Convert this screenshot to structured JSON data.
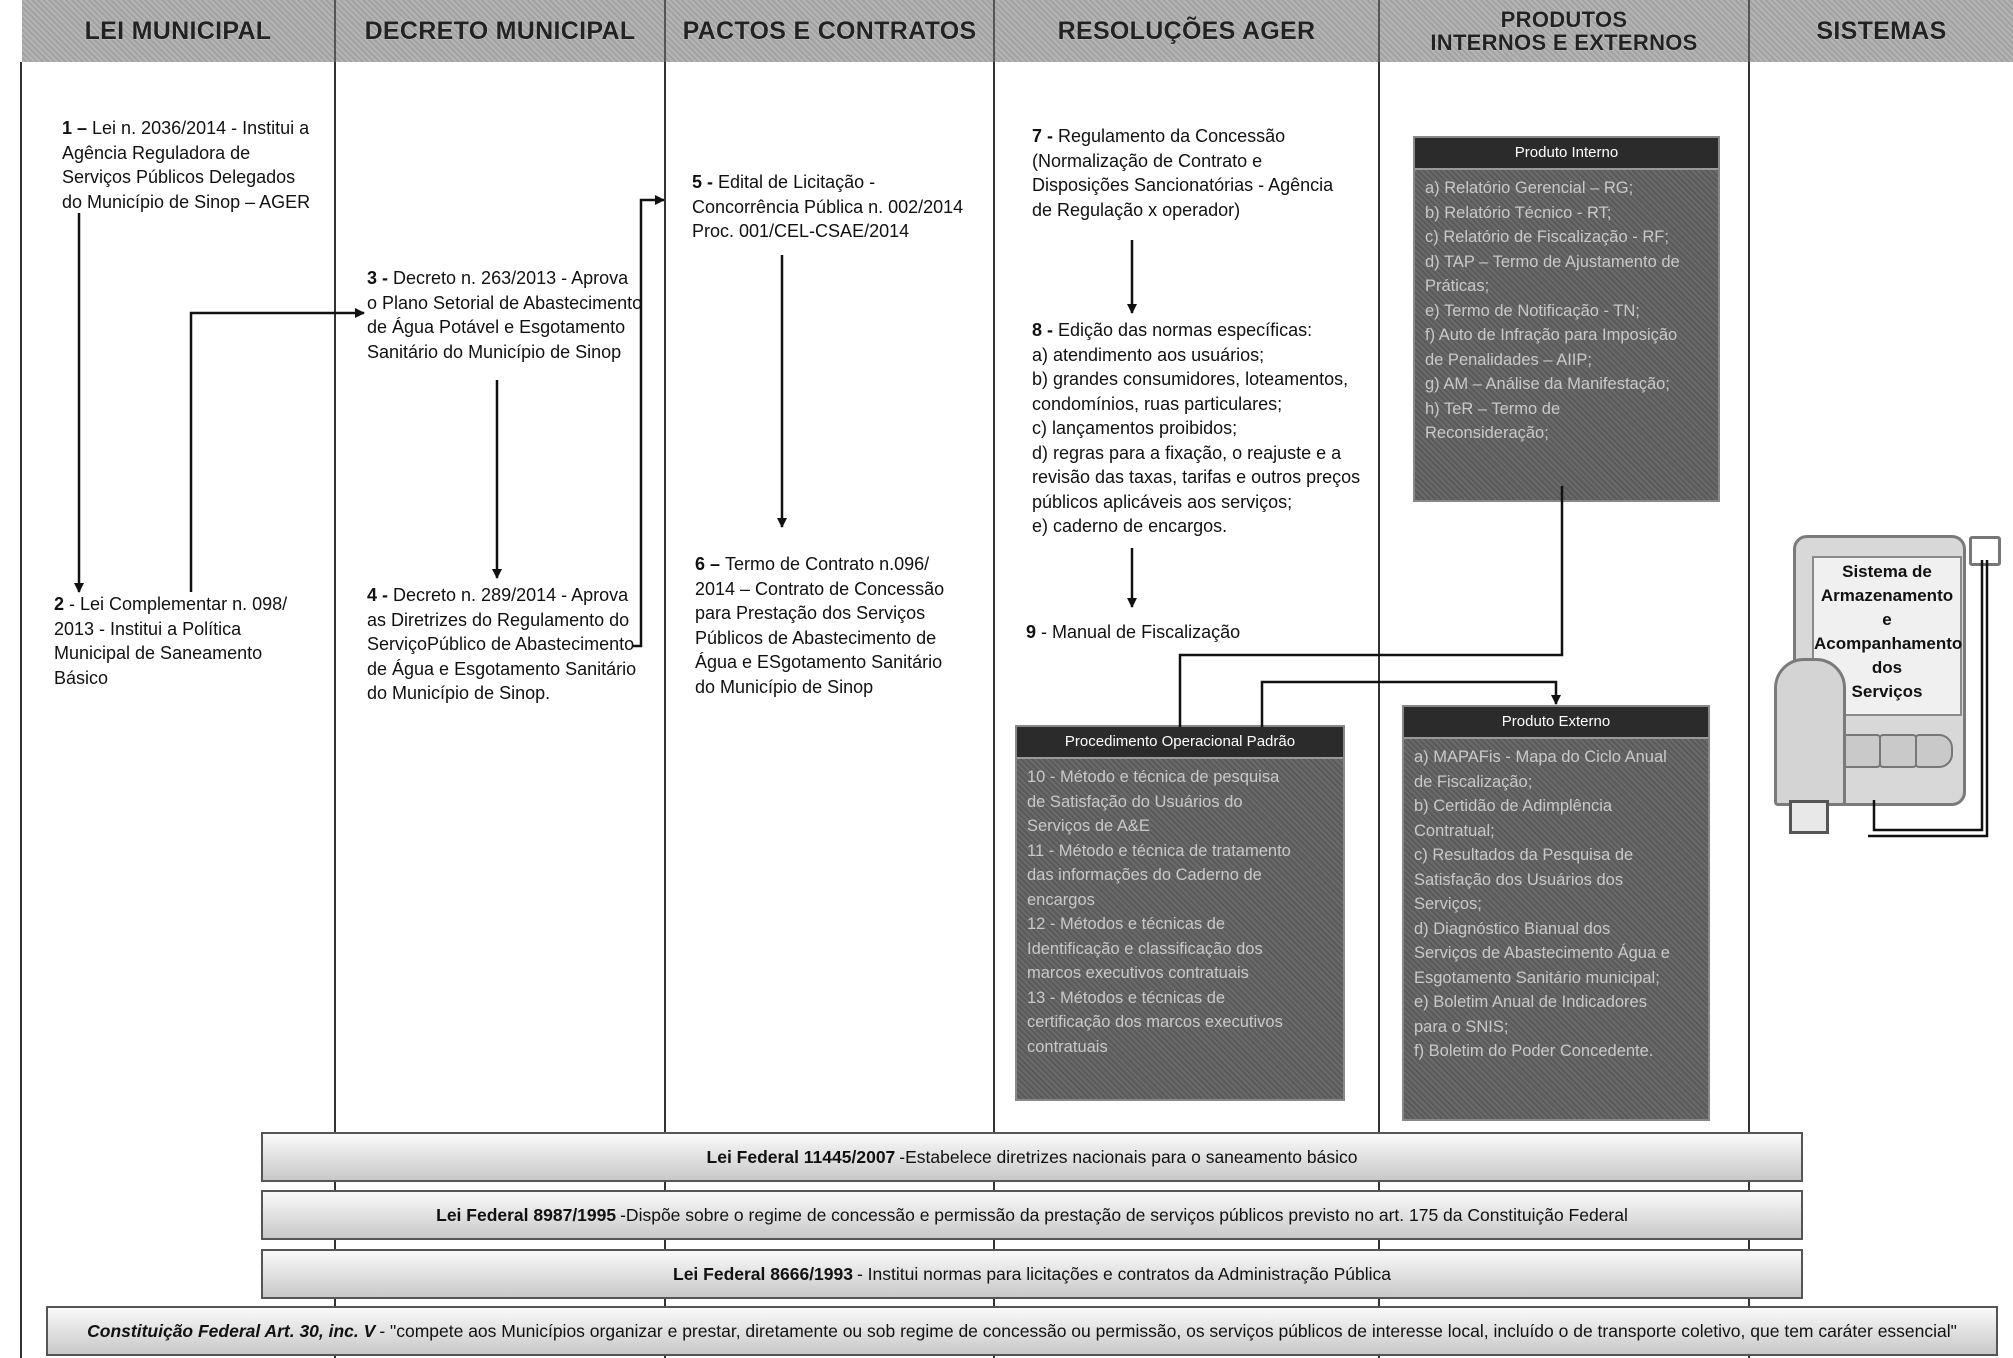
{
  "headers": [
    "LEI MUNICIPAL",
    "DECRETO MUNICIPAL",
    "PACTOS E CONTRATOS",
    "RESOLUÇÕES AGER",
    "PRODUTOS INTERNOS E EXTERNOS",
    "SISTEMAS"
  ],
  "produtos_header_line1": "PRODUTOS",
  "produtos_header_line2": "INTERNOS E EXTERNOS",
  "lei": {
    "item1_num": "1 – ",
    "item1_l1": "Lei n. 2036/2014 - Institui a",
    "item1_l2": "Agência Reguladora de",
    "item1_l3": "Serviços Públicos Delegados",
    "item1_l4": "do Município de Sinop – AGER",
    "item2_num": "2",
    "item2_l1": " - Lei Complementar n. 098/",
    "item2_l2": "2013 - Institui a Política",
    "item2_l3": "Municipal de Saneamento",
    "item2_l4": "Básico"
  },
  "decreto": {
    "item3_num": "3 - ",
    "item3_l1": "Decreto n. 263/2013 -  Aprova",
    "item3_l2": "o Plano Setorial de Abastecimento",
    "item3_l3": "de Água Potável e Esgotamento",
    "item3_l4": "Sanitário do Município de Sinop",
    "item4_num": "4 - ",
    "item4_l1": "Decreto n. 289/2014 -  Aprova",
    "item4_l2": "as Diretrizes do Regulamento do",
    "item4_l3": "ServiçoPúblico de Abastecimento",
    "item4_l4": "de Água e Esgotamento Sanitário",
    "item4_l5": "do Município de Sinop."
  },
  "pactos": {
    "item5_num": "5 - ",
    "item5_l1": " Edital de Licitação -",
    "item5_l2": "Concorrência Pública n. 002/2014",
    "item5_l3": "Proc. 001/CEL-CSAE/2014",
    "item6_num": "6 – ",
    "item6_l1": "Termo de Contrato n.096/",
    "item6_l2": "2014 – Contrato de Concessão",
    "item6_l3": "para Prestação dos Serviços",
    "item6_l4": "Públicos de  Abastecimento de",
    "item6_l5": "Água e ESgotamento Sanitário",
    "item6_l6": "do Município de Sinop"
  },
  "resolucoes": {
    "item7_num": "7 - ",
    "item7_l1": "Regulamento da Concessão",
    "item7_l2": "(Normalização de Contrato e",
    "item7_l3": "Disposições Sancionatórias - Agência",
    "item7_l4": "de Regulação x operador)",
    "item8_num": "8 - ",
    "item8_l1": "Edição das normas específicas:",
    "item8_l2": "a) atendimento aos usuários;",
    "item8_l3": "b) grandes consumidores, loteamentos,",
    "item8_l4": "condomínios, ruas particulares;",
    "item8_l5": "c) lançamentos proibidos;",
    "item8_l6": "d) regras para a fixação, o reajuste e a",
    "item8_l7": "revisão das taxas, tarifas e outros preços",
    "item8_l8": "públicos aplicáveis aos serviços;",
    "item8_l9": "e) caderno de encargos.",
    "item9_num": "9",
    "item9_l1": " - Manual de Fiscalização"
  },
  "pop_box": {
    "title": "Procedimento Operacional Padrão",
    "lines": [
      "10 - Método e técnica de pesquisa",
      "de Satisfação do Usuários do",
      "Serviços de A&E",
      "11 - Método e técnica de tratamento",
      "das informações do Caderno de",
      "encargos",
      "12 - Métodos e técnicas de",
      "Identificação e classificação dos",
      "marcos executivos contratuais",
      "13 - Métodos e técnicas de",
      "certificação dos marcos executivos",
      "contratuais"
    ]
  },
  "produto_interno": {
    "title": "Produto Interno",
    "lines": [
      "a) Relatório Gerencial – RG;",
      "b) Relatório Técnico - RT;",
      "c) Relatório de Fiscalização - RF;",
      "d) TAP – Termo de Ajustamento de",
      "Práticas;",
      "e) Termo de Notificação - TN;",
      "f) Auto de Infração para Imposição",
      "de Penalidades – AIIP;",
      "g) AM – Análise da Manifestação;",
      "h) TeR – Termo de",
      "Reconsideração;"
    ]
  },
  "produto_externo": {
    "title": "Produto Externo",
    "lines": [
      "a) MAPAFis - Mapa do Ciclo Anual",
      "de Fiscalização;",
      "b) Certidão de Adimplência",
      "Contratual;",
      "c) Resultados da Pesquisa de",
      "Satisfação dos Usuários dos",
      "Serviços;",
      "d) Diagnóstico Bianual dos",
      "Serviços de Abastecimento Água e",
      "Esgotamento Sanitário municipal;",
      "e) Boletim Anual de Indicadores",
      "para o SNIS;",
      "f) Boletim do Poder Concedente."
    ]
  },
  "sistema": {
    "l1": "Sistema de",
    "l2": "Armazenamento",
    "l3": "e Acompanhamento",
    "l4": "dos",
    "l5": "Serviços"
  },
  "bars": {
    "b1_bold": "Lei Federal 11445/2007",
    "b1_text": "-Estabelece diretrizes nacionais para o saneamento básico",
    "b2_bold": "Lei Federal 8987/1995",
    "b2_text": "-Dispõe sobre o regime de concessão e permissão da prestação de serviços públicos previsto no art. 175 da Constituição Federal",
    "b3_bold": "Lei Federal 8666/1993",
    "b3_text": "- Institui normas para licitações e contratos da Administração Pública",
    "b4_bold": "Constituição Federal Art. 30, inc. V",
    "b4_text": "-  \"compete aos Municípios organizar e prestar, diretamente ou sob regime de concessão ou permissão, os serviços públicos de interesse local, incluído o de transporte coletivo, que tem caráter essencial\""
  }
}
